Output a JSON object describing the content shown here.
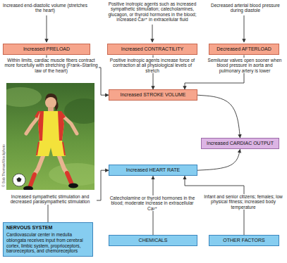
{
  "diagram": {
    "nodes": [
      {
        "text": [
          "Increased PRELOAD"
        ]
      },
      {
        "text": [
          "Increased CONTRACTILITY"
        ]
      },
      {
        "text": [
          "Decreased AFTERLOAD"
        ]
      },
      {
        "text": [
          "Increased STROKE VOLUME"
        ]
      },
      {
        "text": [
          "Increased CARDIAC OUTPUT"
        ]
      },
      {
        "text": [
          "Increased HEART RATE"
        ]
      },
      {
        "text": [
          "NERVOUS SYSTEM",
          "Cardiovascular center in medulla oblongata receives input from cerebral cortex, limbic system, proprioceptors, baroreceptors, and chemoreceptors"
        ]
      },
      {
        "text": [
          "CHEMICALS"
        ]
      },
      {
        "text": [
          "OTHER FACTORS"
        ]
      }
    ],
    "edges": [
      {
        "from": 0,
        "to": 3,
        "arrow": "to",
        "label": "Within limits, cardiac muscle fibers contract more forcefully with stretching (Frank–Starling law of the heart)"
      },
      {
        "from": 1,
        "to": 3,
        "arrow": "to",
        "label": "Positive inotropic agents increase force of contraction at all physiological levels of stretch"
      },
      {
        "from": 2,
        "to": 3,
        "arrow": "to",
        "label": "Semilunar valves open sooner when blood pressure in aorta and pulmonary artery is lower"
      },
      {
        "from": 3,
        "to": 4,
        "arrow": "to"
      },
      {
        "from": 5,
        "to": 4,
        "arrow": "to"
      },
      {
        "from": 6,
        "to": 5,
        "arrow": "to",
        "label": "Increased sympathetic stimulation and decreased parasympathetic stimulation"
      },
      {
        "from": 7,
        "to": 5,
        "arrow": "to",
        "label": "Catecholamine or thyroid hormones in the blood; moderate increase in extracellular Ca²⁺"
      },
      {
        "from": 8,
        "to": 5,
        "arrow": "to",
        "label": "Infant and senior citizens; females; low physical fitness; increased body temperature"
      }
    ],
    "labels": [
      "Increased end-diastolic volume (stretches the heart)",
      "Positive inotropic agents such as increased sympathetic stimulation; catecholamines, glucagon, or thyroid hormones in the blood; increased Ca²⁺ in extracellular fluid",
      "Decreased arterial blood pressure during diastole",
      "© Bob Thomas/iStockphoto"
    ]
  }
}
